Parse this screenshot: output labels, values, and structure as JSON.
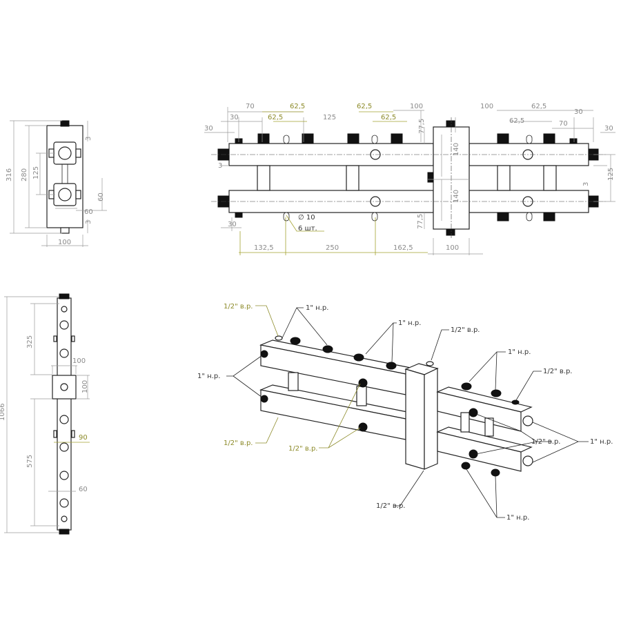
{
  "side_view": {
    "dims": [
      "316",
      "280",
      "125",
      "3",
      "60",
      "60",
      "3",
      "100"
    ]
  },
  "front_view": {
    "dims": [
      "1066",
      "325",
      "100",
      "100",
      "575",
      "90",
      "60"
    ]
  },
  "top_view": {
    "dims": [
      "70",
      "62,5",
      "62,5",
      "100",
      "100",
      "62,5",
      "30",
      "30",
      "62,5",
      "125",
      "62,5",
      "62,5",
      "70",
      "30",
      "30",
      "3",
      "77,5",
      "140",
      "140",
      "77,5",
      "125",
      "3",
      "30",
      "132,5",
      "250",
      "162,5",
      "100"
    ],
    "hole_diameter": "∅ 10",
    "hole_count": "6 шт."
  },
  "iso_view": {
    "callouts": [
      "1/2\" в.р.",
      "1\" н.р.",
      "1\" н.р.",
      "1/2\" в.р.",
      "1\" н.р.",
      "1/2\" в.р.",
      "1\" н.р.",
      "1/2\" в.р.",
      "1/2\" в.р.",
      "1/2\" в.р.",
      "1\" н.р.",
      "1/2\" в.р.",
      "1\" н.р."
    ]
  },
  "colors": {
    "dimension": "#8a8a8a",
    "highlight": "#8c8a28",
    "line": "#222222"
  }
}
